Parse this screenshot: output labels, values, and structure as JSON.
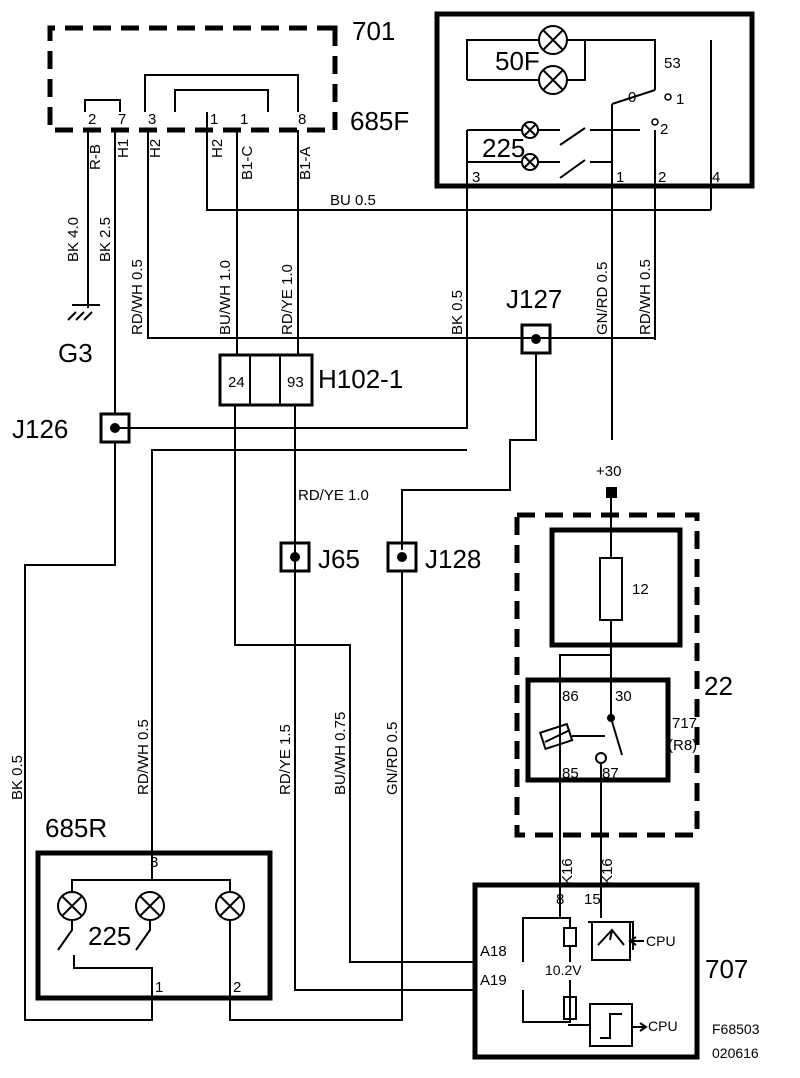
{
  "components": {
    "c701": "701",
    "c685F": "685F",
    "g3": "G3",
    "j126": "J126",
    "j127": "J127",
    "h102": "H102-1",
    "j65": "J65",
    "j128": "J128",
    "c22": "22",
    "c685R": "685R",
    "c707": "707",
    "c717": "717",
    "r8": "(R8)",
    "fuse12": "12",
    "plus30": "+30"
  },
  "switch_block": {
    "lamp50F": "50F",
    "lamp225": "225",
    "pin53": "53",
    "pin0": "0",
    "pin1": "1",
    "pin2": "2",
    "term3": "3",
    "term1": "1",
    "term2": "2",
    "term4": "4"
  },
  "connector_685F_pins": {
    "p2": "2",
    "p7": "7",
    "p3": "3",
    "p1a": "1",
    "p1b": "1",
    "p8": "8",
    "sig_RB": "R-B",
    "sig_H1": "H1",
    "sig_H2a": "H2",
    "sig_H2b": "H2",
    "sig_B1C": "B1-C",
    "sig_B1A": "B1-A"
  },
  "wires": {
    "bk40": "BK  4.0",
    "bk25": "BK  2.5",
    "rdwh05_top": "RD/WH  0.5",
    "buwh10": "BU/WH  1.0",
    "rdye10_v": "RD/YE  1.0",
    "bu05": "BU   0.5",
    "bk05_top": "BK  0.5",
    "gnrd05_top": "GN/RD  0.5",
    "rdwh05_right": "RD/WH  0.5",
    "rdye10_h": "RD/YE 1.0",
    "bk05_left": "BK  0.5",
    "rdwh05_mid": "RD/WH  0.5",
    "rdye15": "RD/YE  1.5",
    "buwh075": "BU/WH  0.75",
    "gnrd05_bot": "GN/RD  0.5",
    "k16a": "K16",
    "k16b": "K16"
  },
  "h102_pins": {
    "p24": "24",
    "p93": "93"
  },
  "relay_pins": {
    "p86": "86",
    "p30": "30",
    "p85": "85",
    "p87": "87"
  },
  "rear_lamp": {
    "num225": "225",
    "pin3": "3",
    "pin1": "1",
    "pin2": "2"
  },
  "ecu": {
    "p8": "8",
    "p15": "15",
    "a18": "A18",
    "a19": "A19",
    "cpu1": "CPU",
    "cpu2": "CPU",
    "volt": "10.2V"
  },
  "footer": {
    "code": "F68503",
    "date": "020616"
  }
}
